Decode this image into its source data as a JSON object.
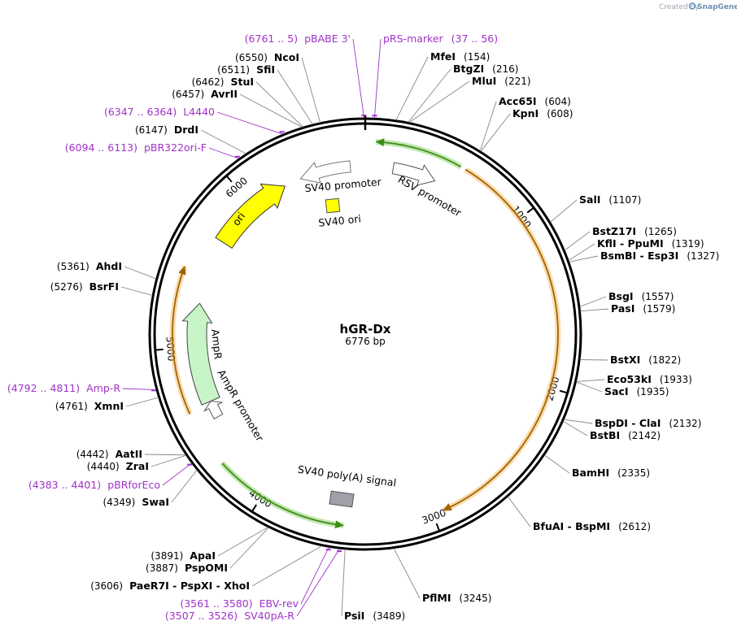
{
  "credit": {
    "prefix": "Created by",
    "brand": "SnapGene"
  },
  "plasmid": {
    "name": "hGR-Dx",
    "length": 6776,
    "size_label": "6776 bp"
  },
  "ticks": [
    {
      "pos": 1000,
      "label": "1000"
    },
    {
      "pos": 2000,
      "label": "2000"
    },
    {
      "pos": 3000,
      "label": "3000"
    },
    {
      "pos": 4000,
      "label": "4000"
    },
    {
      "pos": 5000,
      "label": "5000"
    },
    {
      "pos": 6000,
      "label": "6000"
    }
  ],
  "enzymes": [
    {
      "name": "MfeI",
      "loc": "(154)",
      "pos": 154,
      "side": "right"
    },
    {
      "name": "BtgZI",
      "loc": "(216)",
      "pos": 216,
      "side": "right"
    },
    {
      "name": "MluI",
      "loc": "(221)",
      "pos": 221,
      "side": "right"
    },
    {
      "name": "Acc65I",
      "loc": "(604)",
      "pos": 604,
      "side": "right"
    },
    {
      "name": "KpnI",
      "loc": "(608)",
      "pos": 608,
      "side": "right"
    },
    {
      "name": "SalI",
      "loc": "(1107)",
      "pos": 1107,
      "side": "right"
    },
    {
      "name": "BstZ17I",
      "loc": "(1265)",
      "pos": 1265,
      "side": "right"
    },
    {
      "name": "KflI - PpuMI",
      "loc": "(1319)",
      "pos": 1319,
      "side": "right"
    },
    {
      "name": "BsmBI - Esp3I",
      "loc": "(1327)",
      "pos": 1327,
      "side": "right"
    },
    {
      "name": "BsgI",
      "loc": "(1557)",
      "pos": 1557,
      "side": "right"
    },
    {
      "name": "PasI",
      "loc": "(1579)",
      "pos": 1579,
      "side": "right"
    },
    {
      "name": "BstXI",
      "loc": "(1822)",
      "pos": 1822,
      "side": "right"
    },
    {
      "name": "Eco53kI",
      "loc": "(1933)",
      "pos": 1933,
      "side": "right"
    },
    {
      "name": "SacI",
      "loc": "(1935)",
      "pos": 1935,
      "side": "right"
    },
    {
      "name": "BspDI - ClaI",
      "loc": "(2132)",
      "pos": 2132,
      "side": "right"
    },
    {
      "name": "BstBI",
      "loc": "(2142)",
      "pos": 2142,
      "side": "right"
    },
    {
      "name": "BamHI",
      "loc": "(2335)",
      "pos": 2335,
      "side": "right"
    },
    {
      "name": "BfuAI - BspMI",
      "loc": "(2612)",
      "pos": 2612,
      "side": "right"
    },
    {
      "name": "PflMI",
      "loc": "(3245)",
      "pos": 3245,
      "side": "right"
    },
    {
      "name": "PsiI",
      "loc": "(3489)",
      "pos": 3489,
      "side": "right"
    },
    {
      "name": "PaeR7I - PspXI - XhoI",
      "loc": "(3606)",
      "pos": 3606,
      "side": "left"
    },
    {
      "name": "PspOMI",
      "loc": "(3887)",
      "pos": 3887,
      "side": "left"
    },
    {
      "name": "ApaI",
      "loc": "(3891)",
      "pos": 3891,
      "side": "left"
    },
    {
      "name": "SwaI",
      "loc": "(4349)",
      "pos": 4349,
      "side": "left"
    },
    {
      "name": "ZraI",
      "loc": "(4440)",
      "pos": 4440,
      "side": "left"
    },
    {
      "name": "AatII",
      "loc": "(4442)",
      "pos": 4442,
      "side": "left"
    },
    {
      "name": "XmnI",
      "loc": "(4761)",
      "pos": 4761,
      "side": "left"
    },
    {
      "name": "BsrFI",
      "loc": "(5276)",
      "pos": 5276,
      "side": "left"
    },
    {
      "name": "AhdI",
      "loc": "(5361)",
      "pos": 5361,
      "side": "left"
    },
    {
      "name": "DrdI",
      "loc": "(6147)",
      "pos": 6147,
      "side": "left"
    },
    {
      "name": "AvrII",
      "loc": "(6457)",
      "pos": 6457,
      "side": "left"
    },
    {
      "name": "StuI",
      "loc": "(6462)",
      "pos": 6462,
      "side": "left"
    },
    {
      "name": "SfiI",
      "loc": "(6511)",
      "pos": 6511,
      "side": "left"
    },
    {
      "name": "NcoI",
      "loc": "(6550)",
      "pos": 6550,
      "side": "left"
    }
  ],
  "primers": [
    {
      "name": "pRS-marker",
      "loc": "(37 .. 56)",
      "pos": 46,
      "side": "right"
    },
    {
      "name": "pBABE 3'",
      "loc": "(6761 .. 5)",
      "pos": 6770,
      "side": "left"
    },
    {
      "name": "L4440",
      "loc": "(6347 .. 6364)",
      "pos": 6355,
      "side": "left"
    },
    {
      "name": "pBR322ori-F",
      "loc": "(6094 .. 6113)",
      "pos": 6103,
      "side": "left"
    },
    {
      "name": "Amp-R",
      "loc": "(4792 .. 4811)",
      "pos": 4801,
      "side": "left"
    },
    {
      "name": "pBRforEco",
      "loc": "(4383 .. 4401)",
      "pos": 4392,
      "side": "left"
    },
    {
      "name": "EBV-rev",
      "loc": "(3561 .. 3580)",
      "pos": 3570,
      "side": "left"
    },
    {
      "name": "SV40pA-R",
      "loc": "(3507 .. 3526)",
      "pos": 3516,
      "side": "left"
    }
  ],
  "features": [
    {
      "name": "SV40 promoter",
      "start": 6350,
      "end": 6680,
      "dir": "ccw",
      "color": "#ffffff",
      "stroke": "#777777"
    },
    {
      "name": "RSV promoter",
      "start": 180,
      "end": 460,
      "dir": "cw",
      "color": "#ffffff",
      "stroke": "#555555"
    },
    {
      "name": "SV40 ori",
      "type": "box",
      "color": "#ffff00"
    },
    {
      "name": "ori",
      "start": 5700,
      "end": 6240,
      "dir": "cw",
      "color": "#ffff00",
      "stroke": "#333333"
    },
    {
      "name": "AmpR",
      "start": 4640,
      "end": 5280,
      "dir": "cw",
      "color": "#c8f5c8",
      "stroke": "#444444"
    },
    {
      "name": "AmpR promoter",
      "start": 4530,
      "end": 4640,
      "dir": "cw",
      "color": "#ffffff",
      "stroke": "#555555"
    },
    {
      "name": "SV40 poly(A) signal",
      "type": "box",
      "color": "#a0a0a8"
    }
  ],
  "orfs": [
    {
      "start": 60,
      "end": 560,
      "dir": "ccw",
      "glow": "#8ed46e",
      "color": "#3c8c14"
    },
    {
      "start": 590,
      "end": 2940,
      "dir": "cw",
      "glow": "#f5c070",
      "color": "#a06400"
    },
    {
      "start": 3510,
      "end": 4290,
      "dir": "ccw",
      "glow": "#8ed46e",
      "color": "#3c8c14"
    },
    {
      "start": 4620,
      "end": 5470,
      "dir": "cw",
      "glow": "#f5c070",
      "color": "#a06400"
    }
  ]
}
